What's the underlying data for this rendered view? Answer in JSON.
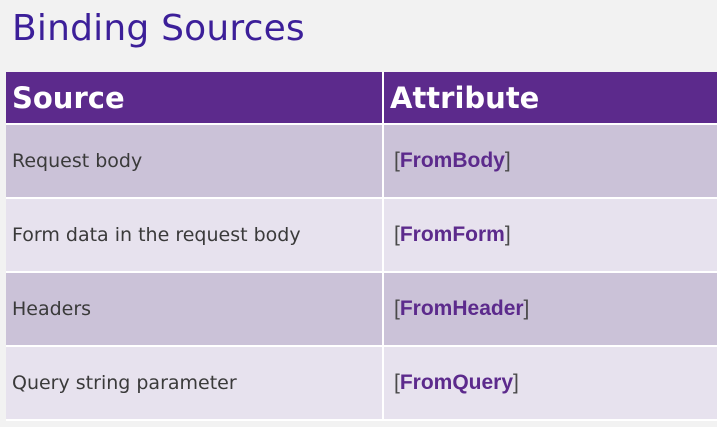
{
  "slide": {
    "title": "Binding Sources"
  },
  "table": {
    "headers": {
      "source": "Source",
      "attribute": "Attribute"
    },
    "rows": [
      {
        "source": "Request body",
        "open": "[",
        "attribute": "FromBody",
        "close": "]"
      },
      {
        "source": "Form data in the request body",
        "open": "[",
        "attribute": "FromForm",
        "close": "]"
      },
      {
        "source": "Headers",
        "open": "[",
        "attribute": "FromHeader",
        "close": "]"
      },
      {
        "source": "Query string parameter",
        "open": "[",
        "attribute": "FromQuery",
        "close": "]"
      }
    ]
  },
  "colors": {
    "title": "#3c1f99",
    "header_bg": "#5c2a8c",
    "row_dark": "#cbc2d8",
    "row_light": "#e7e2ee",
    "attribute_text": "#5c2a8c"
  }
}
